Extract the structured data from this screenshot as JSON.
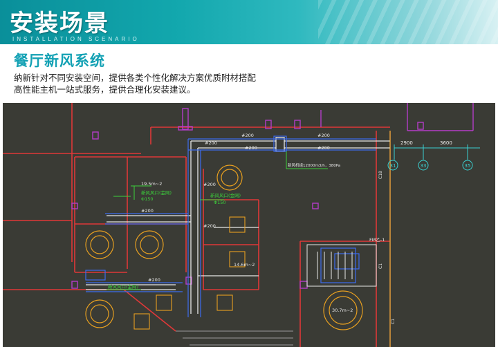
{
  "header": {
    "title": "安装场景",
    "subtitle": "INSTALLATION SCENARIO"
  },
  "section": {
    "title": "餐厅新风系统",
    "description_line1": "纳新针对不同安装空间，提供各类个性化解决方案优质附材搭配",
    "description_line2": "高性能主机一站式服务，提供合理化安装建议。"
  },
  "drawing": {
    "dims": [
      "2900",
      "3600"
    ],
    "axis_labels": [
      "31",
      "33",
      "35"
    ],
    "duct_labels": [
      "#200",
      "#200",
      "#200",
      "#200",
      "#200",
      "#200",
      "#200",
      "#200",
      "#200"
    ],
    "area_labels": [
      "19.5m~2",
      "14.6m~2",
      "30.7m~2"
    ],
    "diffuser_labels": [
      "新风风口(金网)",
      "新风风口(金网)",
      "新风风口(金网)"
    ],
    "diameter_labels": [
      "Φ150",
      "Φ150"
    ],
    "unit_note": "新风机组12000m3/h，380Pa",
    "door_labels": [
      "FM乙-1",
      "C18",
      "C1",
      "C1"
    ]
  }
}
